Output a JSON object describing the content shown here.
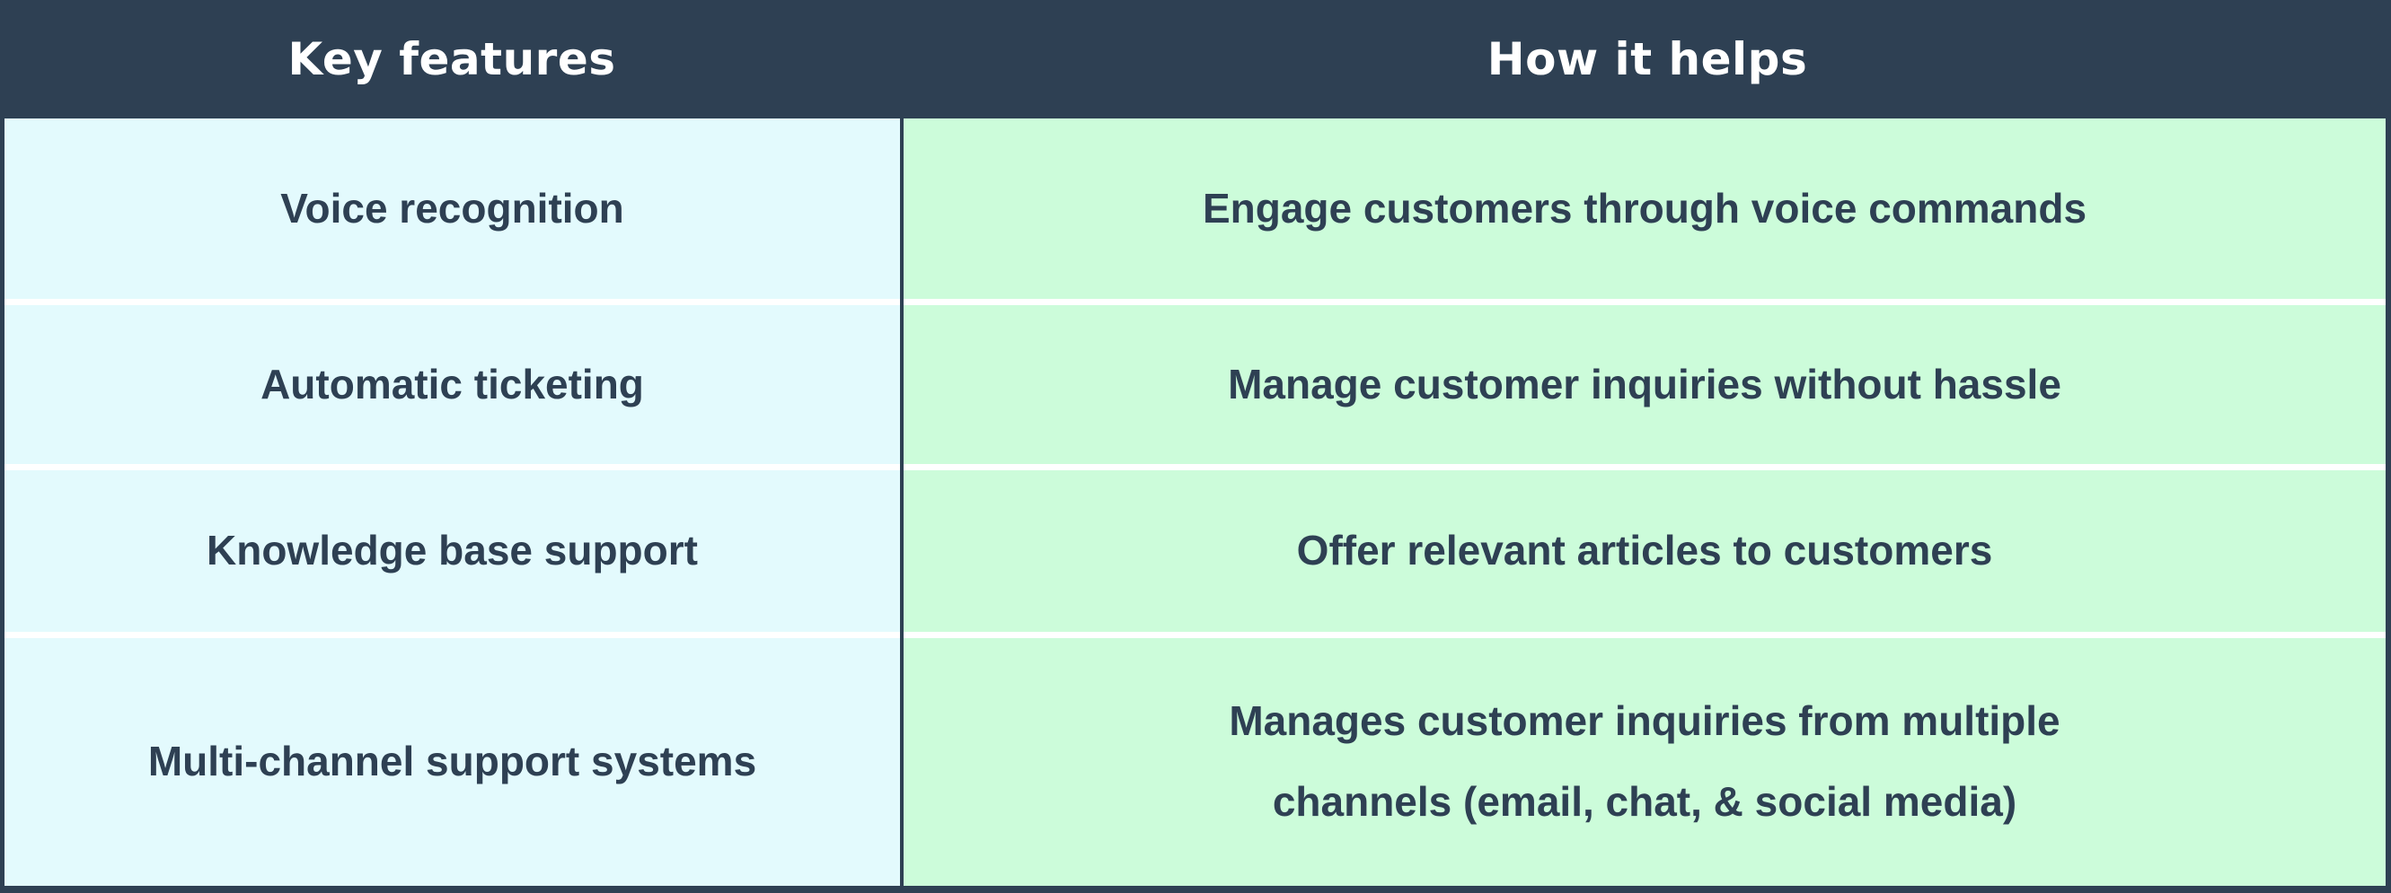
{
  "chart_data": {
    "type": "table",
    "columns": [
      "Key features",
      "How it helps"
    ],
    "rows": [
      [
        "Voice recognition",
        "Engage customers through voice commands"
      ],
      [
        "Automatic ticketing",
        "Manage customer inquiries without hassle"
      ],
      [
        "Knowledge base support",
        "Offer relevant articles to customers"
      ],
      [
        "Multi-channel support systems",
        "Manages customer inquiries from multiple\nchannels (email, chat, & social media)"
      ]
    ],
    "layout_hints": {
      "header_position": "top",
      "feature_column_width_ratio": 0.377,
      "row_separators": "white gaps",
      "grid": "dark outer border and column divider"
    }
  },
  "colors": {
    "header_bg": "#2e4053",
    "header_text": "#ffffff",
    "feature_cell_bg": "#e3fafd",
    "benefit_cell_bg": "#ccfcda",
    "cell_text": "#2e4053",
    "row_separator": "#ffffff",
    "border": "#2e4053"
  }
}
